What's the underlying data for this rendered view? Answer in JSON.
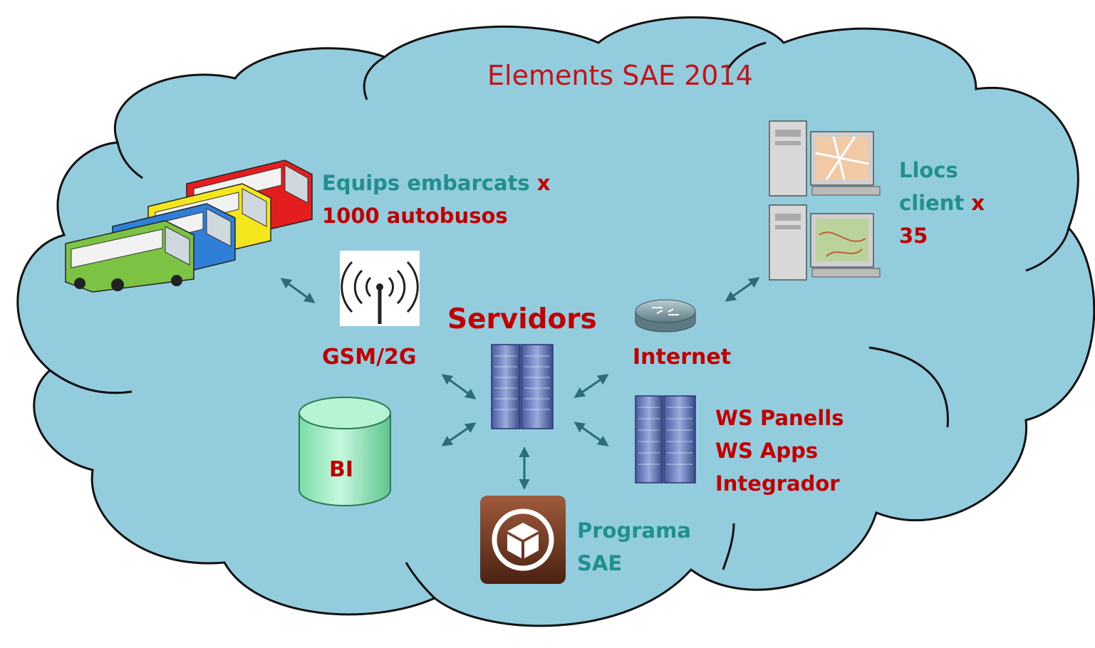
{
  "title": "Elements SAE 2014",
  "nodes": {
    "buses": {
      "line1_teal": "Equips embarcats",
      "line1_red": "x",
      "line2": "1000 autobusos"
    },
    "clients": {
      "line1": "Llocs",
      "line2_teal": "client",
      "line2_red": "x",
      "line3": "35"
    },
    "gsm": {
      "label": "GSM/2G"
    },
    "servers": {
      "label": "Servidors"
    },
    "internet": {
      "label": "Internet"
    },
    "ws": {
      "lines": [
        "WS Panells",
        "WS Apps",
        "Integrador"
      ]
    },
    "bi": {
      "label": "BI"
    },
    "programa": {
      "line1": "Programa",
      "line2": "SAE"
    }
  },
  "colors": {
    "cloud_fill": "#93ccdc",
    "teal_text": "#1f8f8f",
    "red_text": "#c00000",
    "arrow": "#2e6b7a",
    "db_fill": "#9ff0c8"
  }
}
